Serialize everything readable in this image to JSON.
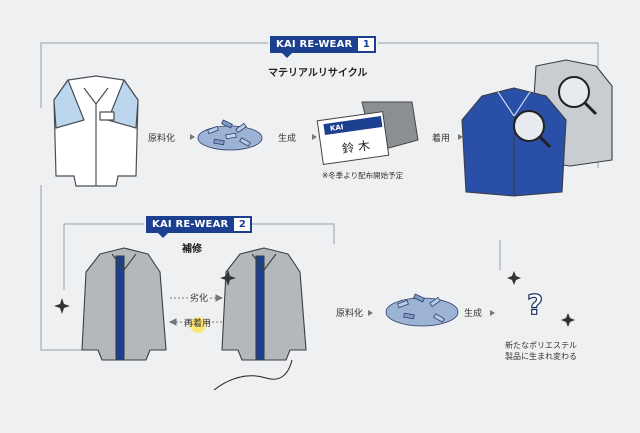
{
  "section1": {
    "tag_text": "KAI RE-WEAR",
    "tag_number": "1",
    "title": "マテリアルリサイクル",
    "step1_label": "原料化",
    "step2_label": "生成",
    "step3_label": "着用",
    "name_tag_brand": "KAI",
    "name_tag_name": "鈴木",
    "note": "※冬季より配布開始予定"
  },
  "section2": {
    "tag_text": "KAI RE-WEAR",
    "tag_number": "2",
    "title": "補修",
    "degrade_label": "劣化",
    "rewear_label": "再着用",
    "step1_label": "原料化",
    "step2_label": "生成",
    "result_text_line1": "新たなポリエステル",
    "result_text_line2": "製品に生まれ変わる"
  },
  "colors": {
    "background": "#eef0f2",
    "brand_navy": "#1c3f8f",
    "jacket_gray": "#b5b8bb",
    "jacket_light_blue": "#bcd6ee",
    "highlight": "#ffe34d"
  }
}
